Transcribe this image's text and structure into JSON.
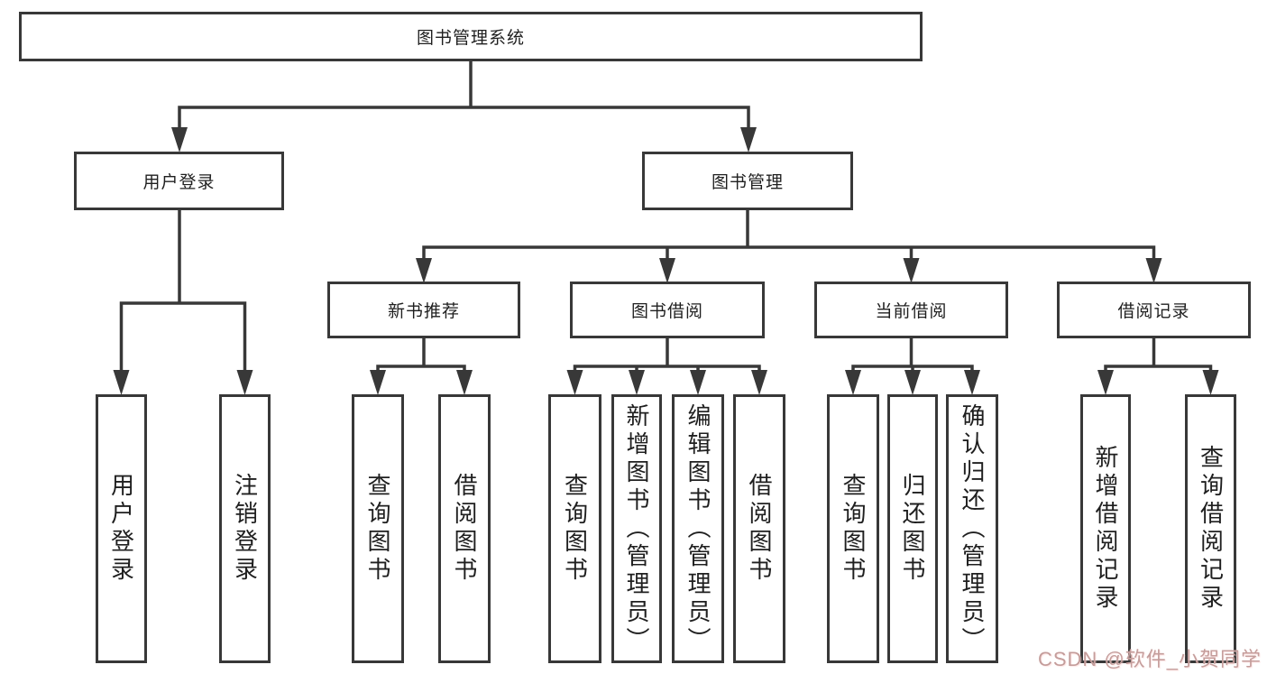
{
  "tree": {
    "label": "图书管理系统",
    "children": [
      {
        "label": "用户登录",
        "children": [
          {
            "label": "用户登录"
          },
          {
            "label": "注销登录"
          }
        ]
      },
      {
        "label": "图书管理",
        "children": [
          {
            "label": "新书推荐",
            "children": [
              {
                "label": "查询图书"
              },
              {
                "label": "借阅图书"
              }
            ]
          },
          {
            "label": "图书借阅",
            "children": [
              {
                "label": "查询图书"
              },
              {
                "label": "新增图书（管理员）"
              },
              {
                "label": "编辑图书（管理员）"
              },
              {
                "label": "借阅图书"
              }
            ]
          },
          {
            "label": "当前借阅",
            "children": [
              {
                "label": "查询图书"
              },
              {
                "label": "归还图书"
              },
              {
                "label": "确认归还（管理员）"
              }
            ]
          },
          {
            "label": "借阅记录",
            "children": [
              {
                "label": "新增借阅记录"
              },
              {
                "label": "查询借阅记录"
              }
            ]
          }
        ]
      }
    ]
  },
  "watermark": {
    "text": "CSDN @软件_小贺同学"
  },
  "colors": {
    "line": "#383838",
    "box_border": "#383838",
    "watermark": "#c49d9b",
    "background": "#ffffff"
  }
}
